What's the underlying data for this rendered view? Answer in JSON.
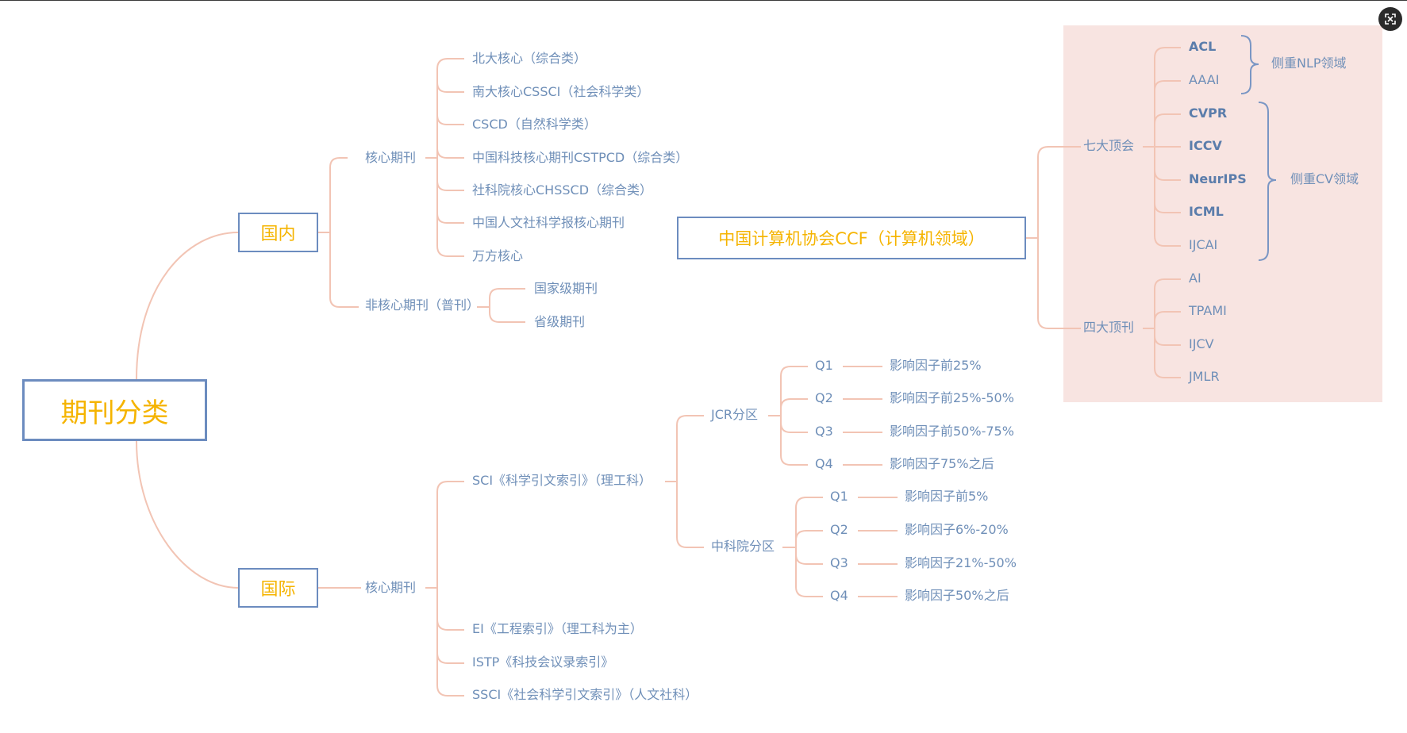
{
  "root": {
    "label": "期刊分类"
  },
  "domestic": {
    "label": "国内",
    "core": {
      "label": "核心期刊",
      "items": [
        "北大核心（综合类）",
        "南大核心CSSCI（社会科学类）",
        "CSCD（自然科学类）",
        "中国科技核心期刊CSTPCD（综合类）",
        "社科院核心CHSSCD（综合类）",
        "中国人文社科学报核心期刊",
        "万方核心"
      ]
    },
    "noncore": {
      "label": "非核心期刊（普刊）",
      "items": [
        "国家级期刊",
        "省级期刊"
      ]
    }
  },
  "international": {
    "label": "国际",
    "core": {
      "label": "核心期刊",
      "sci": {
        "label": "SCI《科学引文索引》（理工科）",
        "jcr": {
          "label": "JCR分区",
          "quartiles": [
            {
              "q": "Q1",
              "desc": "影响因子前25%"
            },
            {
              "q": "Q2",
              "desc": "影响因子前25%-50%"
            },
            {
              "q": "Q3",
              "desc": "影响因子前50%-75%"
            },
            {
              "q": "Q4",
              "desc": "影响因子75%之后"
            }
          ]
        },
        "cas": {
          "label": "中科院分区",
          "quartiles": [
            {
              "q": "Q1",
              "desc": "影响因子前5%"
            },
            {
              "q": "Q2",
              "desc": "影响因子6%-20%"
            },
            {
              "q": "Q3",
              "desc": "影响因子21%-50%"
            },
            {
              "q": "Q4",
              "desc": "影响因子50%之后"
            }
          ]
        }
      },
      "others": [
        "EI《工程索引》（理工科为主）",
        "ISTP《科技会议录索引》",
        "SSCI《社会科学引文索引》（人文社科）"
      ]
    }
  },
  "ccf": {
    "label": "中国计算机协会CCF（计算机领域）",
    "seven": {
      "label": "七大顶会",
      "items": [
        "ACL",
        "AAAI",
        "CVPR",
        "ICCV",
        "NeurIPS",
        "ICML",
        "IJCAI"
      ],
      "nlp_label": "侧重NLP领域",
      "cv_label": "侧重CV领域"
    },
    "four": {
      "label": "四大顶刊",
      "items": [
        "AI",
        "TPAMI",
        "IJCV",
        "JMLR"
      ]
    }
  },
  "colors": {
    "line": "#f2c4b4",
    "text": "#6f8fb8",
    "box_border": "#6c8cbf",
    "box_text": "#f5b400",
    "ccf_bg": "#f8e4e1",
    "brace": "#7a96c4"
  },
  "icons": {
    "expand": "expand-icon"
  }
}
